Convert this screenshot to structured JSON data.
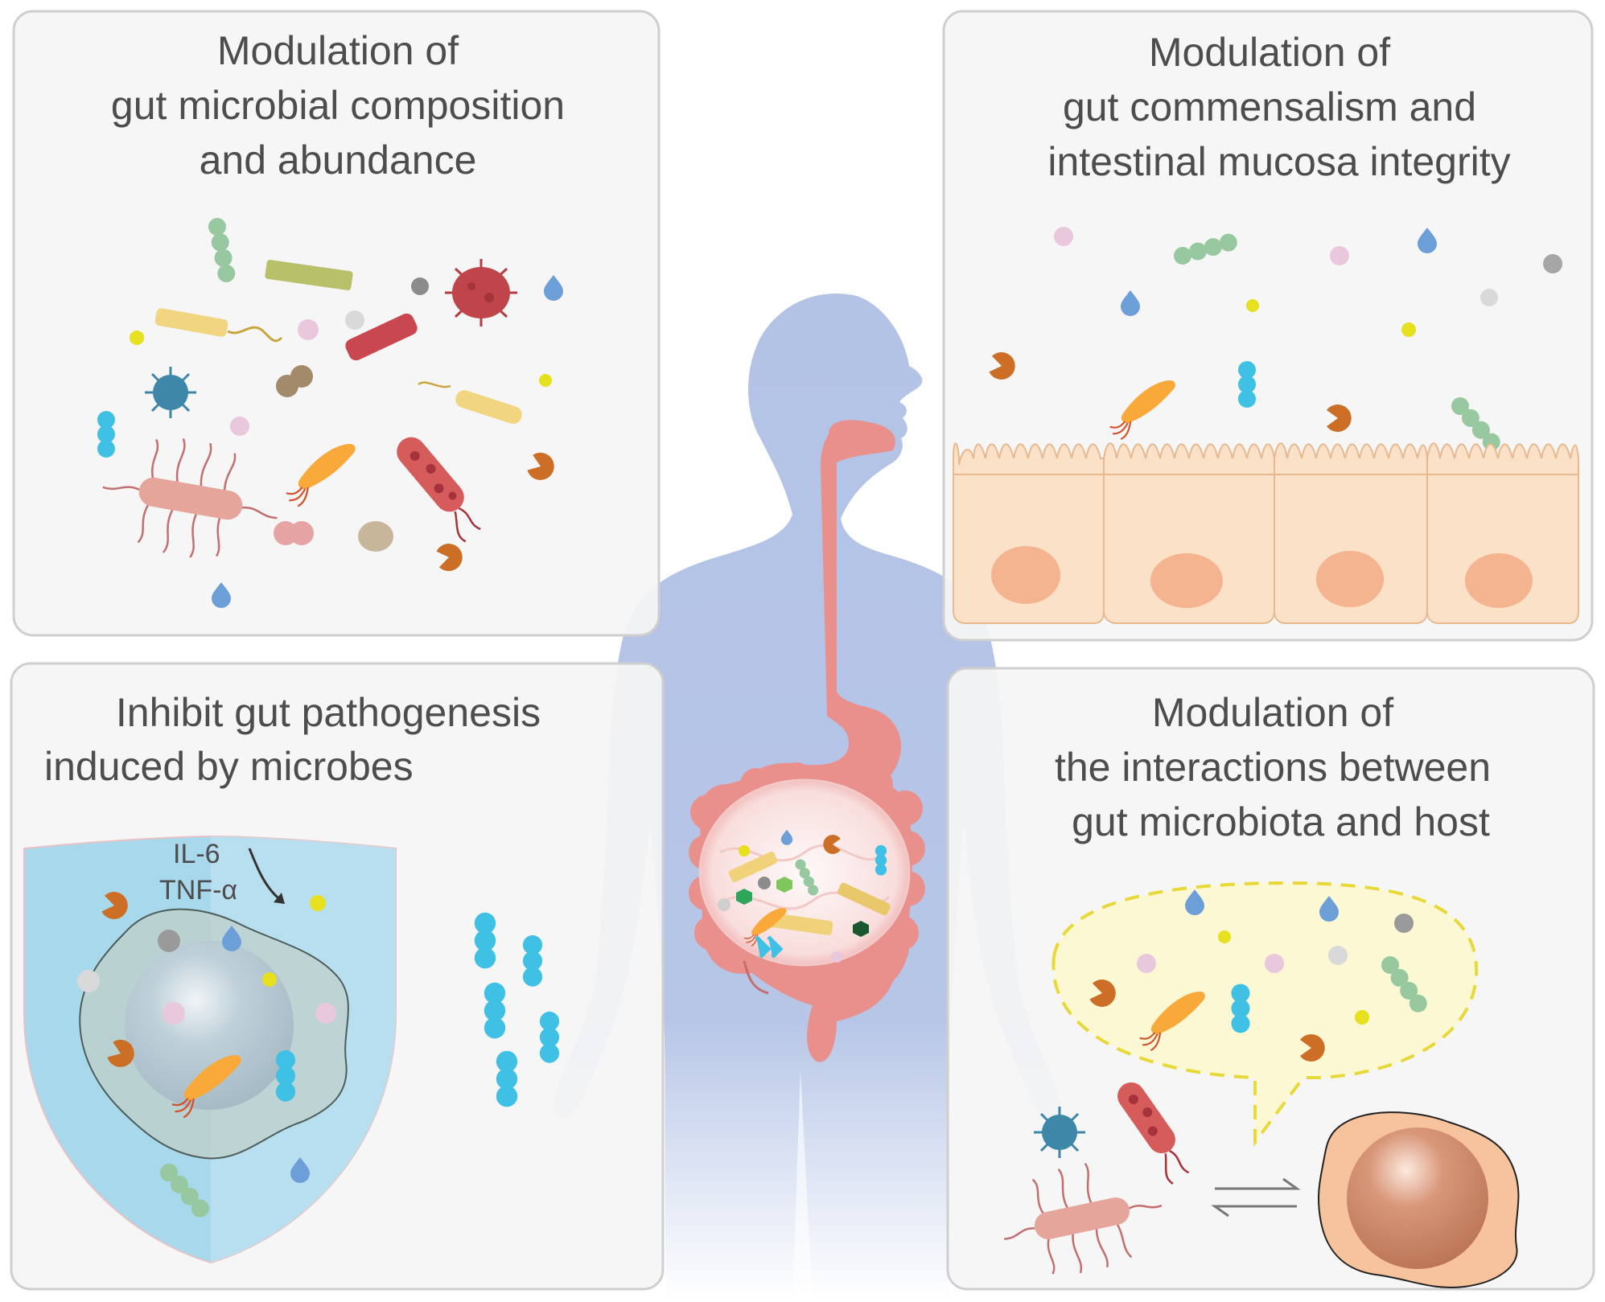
{
  "panels": {
    "top_left": {
      "title_lines": [
        "Modulation of",
        "gut microbial composition",
        "and abundance"
      ]
    },
    "top_right": {
      "title_lines": [
        "Modulation of",
        "gut commensalism and",
        "intestinal mucosa integrity"
      ]
    },
    "bottom_left": {
      "title_lines": [
        "Inhibit gut pathogenesis",
        "induced by microbes"
      ],
      "cytokines": [
        "IL-6",
        "TNF-α"
      ]
    },
    "bottom_right": {
      "title_lines": [
        "Modulation of",
        "the interactions between",
        "gut microbiota and host"
      ]
    }
  },
  "colors": {
    "panel_bg": "#f5f5f5",
    "panel_border": "#cfcfcf",
    "body_silhouette": "#b3c3e6",
    "gut": "#e9908d",
    "epithelium": "#fbe1c8",
    "nucleus": "#f4b48f",
    "shield": "#a8d8ec",
    "speech_bubble": "#fcf8d4",
    "speech_border": "#e8d93a",
    "host_cell": "#f7c39c",
    "teal_bead": "#3fc1e6",
    "green_chain": "#98c8a0",
    "orange_pacman": "#cc6e26",
    "orange_bacterium": "#f9a93a"
  }
}
